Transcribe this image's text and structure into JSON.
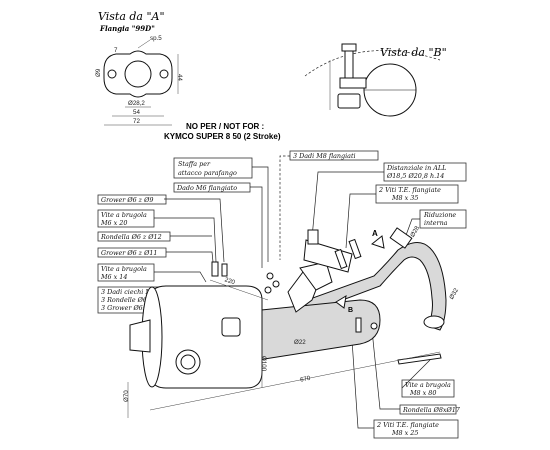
{
  "views": {
    "a_title": "Vista da \"A\"",
    "a_subtitle": "Flangia \"99D\"",
    "b_title": "Vista da \"B\"",
    "dim_sp": "sp.5",
    "dim_phi9": "Ø9",
    "dim_7": "7",
    "dim_44": "44",
    "dim_282": "Ø28,2",
    "dim_54": "54",
    "dim_72": "72"
  },
  "header": {
    "line1": "NO PER  /  NOT FOR :",
    "line2": "KYMCO SUPER 8 50 (2 Stroke)"
  },
  "labels": {
    "staffa_l1": "Staffa per",
    "staffa_l2": "attacco parafango",
    "dado_m6": "Dado M6 flangiato",
    "tre_dadi_m8": "3 Dadi M8 flangiati",
    "dist_l1": "Distanziale in ALL",
    "dist_l2": "Ø18,5 Ø20,8 h.14",
    "viti_te_top_l1": "2 Viti T.E. flangiate",
    "viti_te_top_l2": "M8 x 35",
    "riduz_l1": "Riduzione",
    "riduz_l2": "interna",
    "grower9": "Grower Ø6 z Ø9",
    "vite_m6x20_l1": "Vite a brugola",
    "vite_m6x20_l2": "M6 x 20",
    "rondella12": "Rondella Ø6 z Ø12",
    "grower11": "Grower Ø6 z Ø11",
    "vite_m6x14_l1": "Vite a brugola",
    "vite_m6x14_l2": "M6 x 14",
    "tre_dadi_ciechi_l1": "3 Dadi ciechi M6",
    "tre_dadi_ciechi_l2": "3 Rondelle Ø6zØ12",
    "tre_dadi_ciechi_l3": "3 Grower Ø6zØ11",
    "vite_m8x80_l1": "Vite a brugola",
    "vite_m8x80_l2": "M8 x 80",
    "rondella17": "Rondella Ø8xØ17",
    "viti_te_bot_l1": "2 Viti T.E. flangiate",
    "viti_te_bot_l2": "M8 x 25"
  },
  "dims": {
    "d220": "220",
    "d670": "670",
    "d100": "Ø100",
    "d22": "Ø22",
    "d28": "Ø28",
    "d32": "Ø32",
    "d70": "Ø70",
    "dA": "A",
    "dB": "B"
  }
}
